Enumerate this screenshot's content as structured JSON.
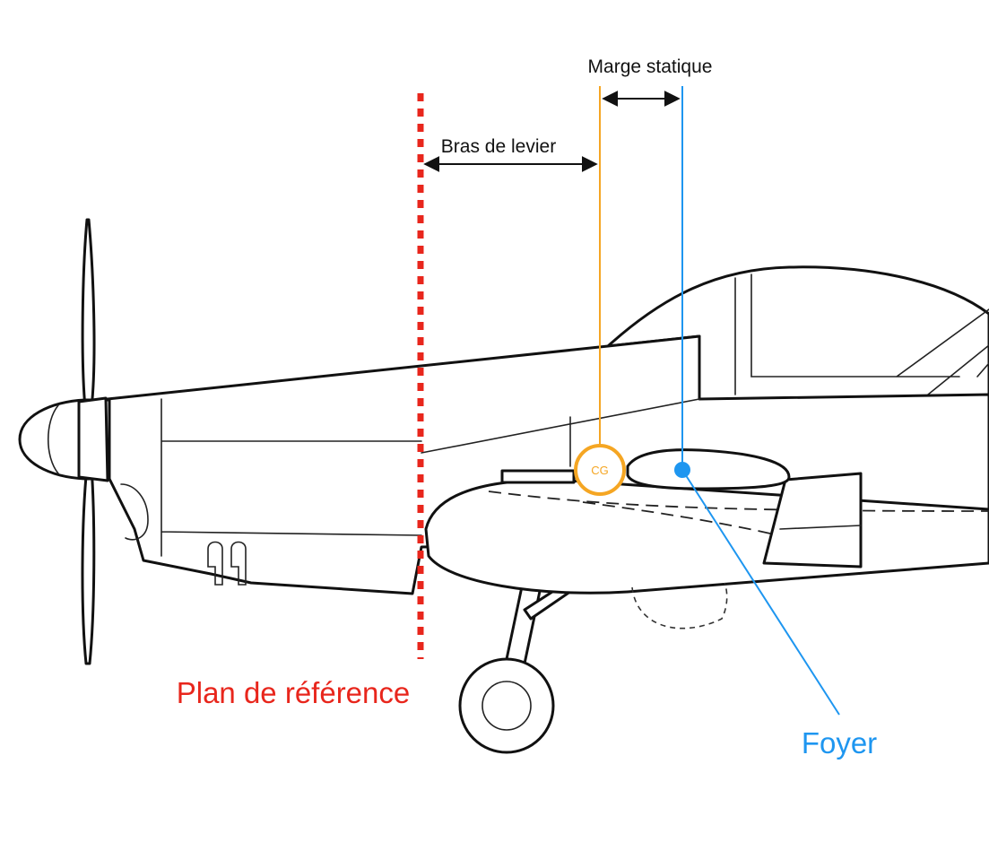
{
  "labels": {
    "marge_statique": "Marge statique",
    "bras_de_levier": "Bras de levier",
    "plan_de_reference": "Plan de référence",
    "foyer": "Foyer",
    "cg": "CG"
  },
  "colors": {
    "reference_plane": "#e8261c",
    "center_of_gravity": "#f5a623",
    "aerodynamic_center": "#1e96f0",
    "outline": "#111111",
    "dimension_text": "#111111"
  },
  "icons": {
    "aircraft": "light-aircraft-side-view",
    "cg": "circle-marker",
    "foyer": "filled-dot-marker"
  }
}
